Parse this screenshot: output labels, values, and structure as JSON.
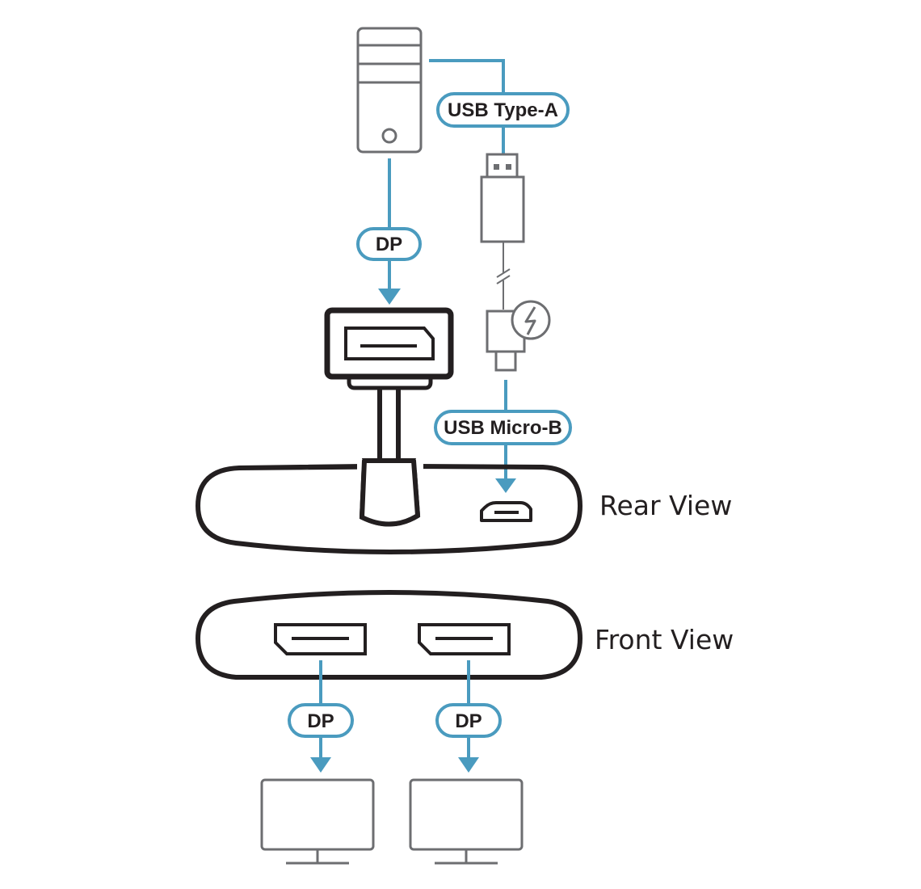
{
  "colors": {
    "cable": "#4a9bbf",
    "outline_dark": "#231f20",
    "outline_gray": "#6d6e71",
    "background": "#ffffff"
  },
  "labels": {
    "usb_type_a": "USB Type-A",
    "dp_source": "DP",
    "usb_micro_b": "USB Micro-B",
    "dp_out_left": "DP",
    "dp_out_right": "DP"
  },
  "views": {
    "rear": "Rear View",
    "front": "Front View"
  },
  "icons": {
    "computer": "desktop-tower-icon",
    "usb_a_plug": "usb-type-a-plug-icon",
    "micro_b_plug": "usb-micro-b-plug-icon",
    "power": "power-bolt-icon",
    "monitor_left": "monitor-icon",
    "monitor_right": "monitor-icon"
  }
}
